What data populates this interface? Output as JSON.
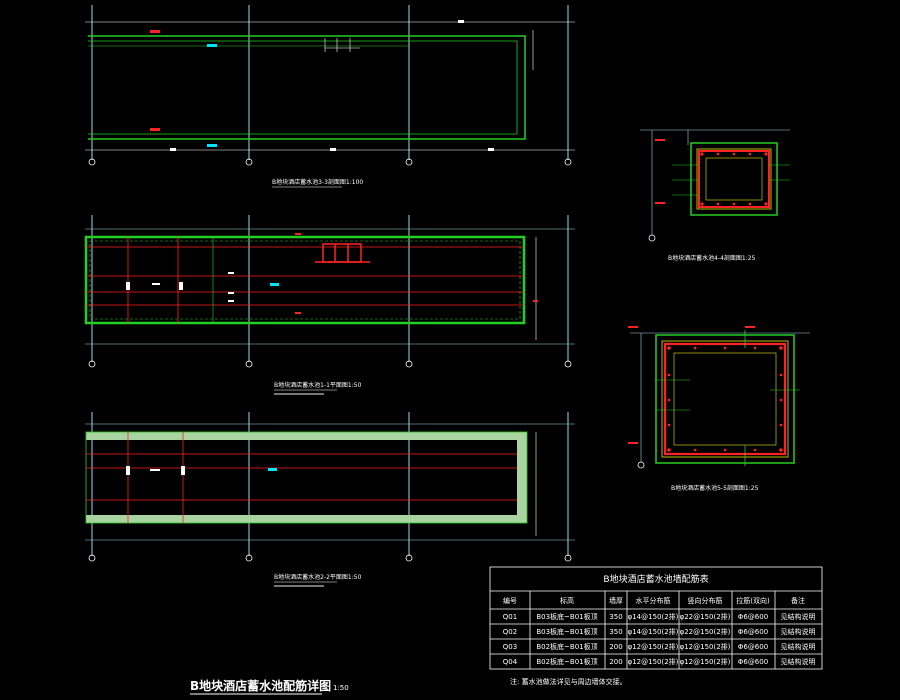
{
  "colors": {
    "background": "#000000",
    "axis_line": "#9ad7e6",
    "wall_green": "#22d022",
    "rebar_red": "#ff2222",
    "dimension_white": "#ffffff",
    "tag_cyan": "#00e5ff",
    "column_yellow": "#e8e800",
    "wall_fill": "#a9d3a0"
  },
  "views": {
    "top_section": {
      "caption": "B地块酒店蓄水池3-3剖面图1:100"
    },
    "middle_section": {
      "caption": "B地块酒店蓄水池1-1平面图1:50"
    },
    "bottom_section": {
      "caption": "B地块酒店蓄水池2-2平面图1:50"
    },
    "detail_4": {
      "caption": "B地块酒店蓄水池4-4剖面图1:25"
    },
    "detail_5": {
      "caption": "B地块酒店蓄水池5-5剖面图1:25"
    }
  },
  "drawing_title": {
    "text": "B地块酒店蓄水池配筋详图",
    "scale": "1:50"
  },
  "rebar_table": {
    "title": "B地块酒店蓄水池墙配筋表",
    "headers": [
      "编号",
      "标高",
      "墙厚",
      "水平分布筋",
      "竖向分布筋",
      "拉筋(双向)",
      "备注"
    ],
    "rows": [
      [
        "Q01",
        "B03板底~B01板顶",
        "350",
        "φ14@150(2排)",
        "φ22@150(2排)",
        "Φ6@600",
        "见结构说明"
      ],
      [
        "Q02",
        "B03板底~B01板顶",
        "350",
        "φ14@150(2排)",
        "φ22@150(2排)",
        "Φ6@600",
        "见结构说明"
      ],
      [
        "Q03",
        "B02板底~B01板顶",
        "200",
        "φ12@150(2排)",
        "φ12@150(2排)",
        "Φ6@600",
        "见结构说明"
      ],
      [
        "Q04",
        "B02板底~B01板顶",
        "200",
        "φ12@150(2排)",
        "φ12@150(2排)",
        "Φ6@600",
        "见结构说明"
      ]
    ],
    "note": "注: 蓄水池做法详见与周边墙体交接。"
  }
}
